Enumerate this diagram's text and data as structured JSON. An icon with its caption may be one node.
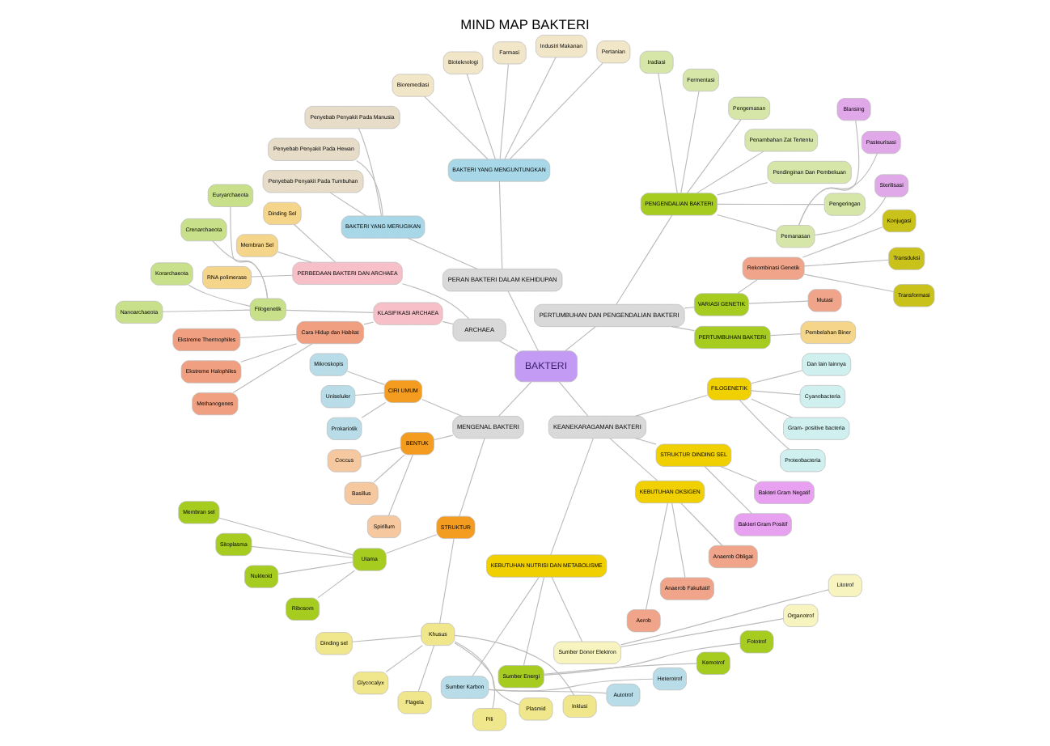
{
  "diagram": {
    "title": "MIND MAP BAKTERI",
    "nodes": [
      {
        "text": [
          "BAKTERI"
        ]
      },
      {
        "text": [
          "PERTUMBUHAN DAN PENGENDALIAN BAKTERI"
        ]
      },
      {
        "text": [
          "PERTUMBUHAN BAKTERI"
        ]
      },
      {
        "text": [
          "Pembelahan Biner"
        ]
      },
      {
        "text": [
          "VARIASI GENETIK"
        ]
      },
      {
        "text": [
          "Mutasi"
        ]
      },
      {
        "text": [
          "Rekombinasi Genetik"
        ]
      },
      {
        "text": [
          "Transformasi"
        ]
      },
      {
        "text": [
          "Transduksi"
        ]
      },
      {
        "text": [
          "Konjugasi"
        ]
      },
      {
        "text": [
          "PENGENDALIAN BAKTERI"
        ]
      },
      {
        "text": [
          "Pemanasan"
        ]
      },
      {
        "text": [
          "Sterilisasi"
        ]
      },
      {
        "text": [
          "Pasteurisasi"
        ]
      },
      {
        "text": [
          "Blansing"
        ]
      },
      {
        "text": [
          "Pengeringan"
        ]
      },
      {
        "text": [
          "Pendinginan Dan Pembekuan"
        ]
      },
      {
        "text": [
          "Penambahan Zat Tertentu"
        ]
      },
      {
        "text": [
          "Pengemasan"
        ]
      },
      {
        "text": [
          "Fermentasi"
        ]
      },
      {
        "text": [
          "Iradiasi"
        ]
      },
      {
        "text": [
          "PERAN BAKTERI DALAM KEHIDUPAN"
        ]
      },
      {
        "text": [
          "BAKTERI YANG MENGUNTUNGKAN"
        ]
      },
      {
        "text": [
          "Pertanian"
        ]
      },
      {
        "text": [
          "Industri Makanan"
        ]
      },
      {
        "text": [
          "Farmasi"
        ]
      },
      {
        "text": [
          "Bioteknologi"
        ]
      },
      {
        "text": [
          "Bioremediasi"
        ]
      },
      {
        "text": [
          "BAKTERI YANG MERUGIKAN"
        ]
      },
      {
        "text": [
          "Penyebab Penyakit Pada Manusia"
        ]
      },
      {
        "text": [
          "Penyebab Penyakit Pada Hewan"
        ]
      },
      {
        "text": [
          "Penyebab Penyakit Pada Tumbuhan"
        ]
      },
      {
        "text": [
          "ARCHAEA"
        ]
      },
      {
        "text": [
          "PERBEDAAN BAKTERI DAN ARCHAEA"
        ]
      },
      {
        "text": [
          "Dinding Sel"
        ]
      },
      {
        "text": [
          "Membran Sel"
        ]
      },
      {
        "text": [
          "RNA polimerase"
        ]
      },
      {
        "text": [
          "KLASIFIKASI ARCHAEA"
        ]
      },
      {
        "text": [
          "Filogenetik"
        ]
      },
      {
        "text": [
          "Euryarchaeota"
        ]
      },
      {
        "text": [
          "Crenarchaeota"
        ]
      },
      {
        "text": [
          "Korarchaeota"
        ]
      },
      {
        "text": [
          "Nanoarchaeota"
        ]
      },
      {
        "text": [
          "Cara Hidup dan Habitat"
        ]
      },
      {
        "text": [
          "Ekstreme Thermophiles"
        ]
      },
      {
        "text": [
          "Ekstreme Halophiles"
        ]
      },
      {
        "text": [
          "Methanogenes"
        ]
      },
      {
        "text": [
          "MENGENAL BAKTERI"
        ]
      },
      {
        "text": [
          "CIRI UMUM"
        ]
      },
      {
        "text": [
          "Mikroskopis"
        ]
      },
      {
        "text": [
          "Uniseluler"
        ]
      },
      {
        "text": [
          "Prokariotik"
        ]
      },
      {
        "text": [
          "BENTUK"
        ]
      },
      {
        "text": [
          "Coccus"
        ]
      },
      {
        "text": [
          "Basillus"
        ]
      },
      {
        "text": [
          "Spirillum"
        ]
      },
      {
        "text": [
          "STRUKTUR"
        ]
      },
      {
        "text": [
          "Utama"
        ]
      },
      {
        "text": [
          "Membran sel"
        ]
      },
      {
        "text": [
          "Sitoplasma"
        ]
      },
      {
        "text": [
          "Nukleoid"
        ]
      },
      {
        "text": [
          "Ribosom"
        ]
      },
      {
        "text": [
          "Khusus"
        ]
      },
      {
        "text": [
          "Dinding sel"
        ]
      },
      {
        "text": [
          "Glycocalyx"
        ]
      },
      {
        "text": [
          "Flagela"
        ]
      },
      {
        "text": [
          "Pili"
        ]
      },
      {
        "text": [
          "Plasmid"
        ]
      },
      {
        "text": [
          "Inklusi"
        ]
      },
      {
        "text": [
          "KEANEKARAGAMAN BAKTERI"
        ]
      },
      {
        "text": [
          "KEBUTUHAN NUTRISI DAN METABOLISME"
        ]
      },
      {
        "text": [
          "Sumber Karbon"
        ]
      },
      {
        "text": [
          "Autotrof"
        ]
      },
      {
        "text": [
          "Heterotrof"
        ]
      },
      {
        "text": [
          "Sumber Energi"
        ]
      },
      {
        "text": [
          "Kemotrof"
        ]
      },
      {
        "text": [
          "Fototrof"
        ]
      },
      {
        "text": [
          "Sumber Donor Elektron"
        ]
      },
      {
        "text": [
          "Organotrof"
        ]
      },
      {
        "text": [
          "Litotrof"
        ]
      },
      {
        "text": [
          "KEBUTUHAN OKSIGEN"
        ]
      },
      {
        "text": [
          "Aerob"
        ]
      },
      {
        "text": [
          "Anaerob Fakultatif"
        ]
      },
      {
        "text": [
          "Anaerob Obligat"
        ]
      },
      {
        "text": [
          "STRUKTUR DINDING SEL"
        ]
      },
      {
        "text": [
          "Bakteri Gram Positif"
        ]
      },
      {
        "text": [
          "Bakteri Gram Negatif"
        ]
      },
      {
        "text": [
          "FILOGENETIK"
        ]
      },
      {
        "text": [
          "Proteobacteria"
        ]
      },
      {
        "text": [
          "Gram- positive bacteria"
        ]
      },
      {
        "text": [
          "Cyanobacteria"
        ]
      },
      {
        "text": [
          "Dan lain lainnya"
        ]
      }
    ],
    "edges": [
      {
        "from": 0,
        "to": 1,
        "arrow": "none"
      },
      {
        "from": 1,
        "to": 2,
        "arrow": "none"
      },
      {
        "from": 2,
        "to": 3,
        "arrow": "none"
      },
      {
        "from": 1,
        "to": 4,
        "arrow": "none"
      },
      {
        "from": 4,
        "to": 5,
        "arrow": "none"
      },
      {
        "from": 4,
        "to": 6,
        "arrow": "none"
      },
      {
        "from": 6,
        "to": 7,
        "arrow": "none"
      },
      {
        "from": 6,
        "to": 8,
        "arrow": "none"
      },
      {
        "from": 6,
        "to": 9,
        "arrow": "none"
      },
      {
        "from": 1,
        "to": 10,
        "arrow": "none"
      },
      {
        "from": 10,
        "to": 11,
        "arrow": "none"
      },
      {
        "from": 11,
        "to": 12,
        "arrow": "none"
      },
      {
        "from": 11,
        "to": 13,
        "arrow": "none"
      },
      {
        "from": 11,
        "to": 14,
        "arrow": "none"
      },
      {
        "from": 10,
        "to": 15,
        "arrow": "none"
      },
      {
        "from": 10,
        "to": 16,
        "arrow": "none"
      },
      {
        "from": 10,
        "to": 17,
        "arrow": "none"
      },
      {
        "from": 10,
        "to": 18,
        "arrow": "none"
      },
      {
        "from": 10,
        "to": 19,
        "arrow": "none"
      },
      {
        "from": 10,
        "to": 20,
        "arrow": "none"
      },
      {
        "from": 0,
        "to": 21,
        "arrow": "none"
      },
      {
        "from": 21,
        "to": 22,
        "arrow": "none"
      },
      {
        "from": 22,
        "to": 23,
        "arrow": "none"
      },
      {
        "from": 22,
        "to": 24,
        "arrow": "none"
      },
      {
        "from": 22,
        "to": 25,
        "arrow": "none"
      },
      {
        "from": 22,
        "to": 26,
        "arrow": "none"
      },
      {
        "from": 22,
        "to": 27,
        "arrow": "none"
      },
      {
        "from": 21,
        "to": 28,
        "arrow": "none"
      },
      {
        "from": 28,
        "to": 29,
        "arrow": "none"
      },
      {
        "from": 28,
        "to": 30,
        "arrow": "none"
      },
      {
        "from": 28,
        "to": 31,
        "arrow": "none"
      },
      {
        "from": 0,
        "to": 32,
        "arrow": "none"
      },
      {
        "from": 32,
        "to": 33,
        "arrow": "none"
      },
      {
        "from": 33,
        "to": 34,
        "arrow": "none"
      },
      {
        "from": 33,
        "to": 35,
        "arrow": "none"
      },
      {
        "from": 33,
        "to": 36,
        "arrow": "none"
      },
      {
        "from": 32,
        "to": 37,
        "arrow": "none"
      },
      {
        "from": 37,
        "to": 38,
        "arrow": "none"
      },
      {
        "from": 38,
        "to": 39,
        "arrow": "none"
      },
      {
        "from": 38,
        "to": 40,
        "arrow": "none"
      },
      {
        "from": 38,
        "to": 41,
        "arrow": "none"
      },
      {
        "from": 38,
        "to": 42,
        "arrow": "none"
      },
      {
        "from": 37,
        "to": 43,
        "arrow": "none"
      },
      {
        "from": 43,
        "to": 44,
        "arrow": "none"
      },
      {
        "from": 43,
        "to": 45,
        "arrow": "none"
      },
      {
        "from": 43,
        "to": 46,
        "arrow": "none"
      },
      {
        "from": 0,
        "to": 47,
        "arrow": "none"
      },
      {
        "from": 47,
        "to": 48,
        "arrow": "none"
      },
      {
        "from": 48,
        "to": 49,
        "arrow": "none"
      },
      {
        "from": 48,
        "to": 50,
        "arrow": "none"
      },
      {
        "from": 48,
        "to": 51,
        "arrow": "none"
      },
      {
        "from": 47,
        "to": 52,
        "arrow": "none"
      },
      {
        "from": 52,
        "to": 53,
        "arrow": "none"
      },
      {
        "from": 52,
        "to": 54,
        "arrow": "none"
      },
      {
        "from": 52,
        "to": 55,
        "arrow": "none"
      },
      {
        "from": 47,
        "to": 56,
        "arrow": "none"
      },
      {
        "from": 56,
        "to": 57,
        "arrow": "none"
      },
      {
        "from": 57,
        "to": 58,
        "arrow": "none"
      },
      {
        "from": 57,
        "to": 59,
        "arrow": "none"
      },
      {
        "from": 57,
        "to": 60,
        "arrow": "none"
      },
      {
        "from": 57,
        "to": 61,
        "arrow": "none"
      },
      {
        "from": 56,
        "to": 62,
        "arrow": "none"
      },
      {
        "from": 62,
        "to": 63,
        "arrow": "none"
      },
      {
        "from": 62,
        "to": 64,
        "arrow": "none"
      },
      {
        "from": 62,
        "to": 65,
        "arrow": "none"
      },
      {
        "from": 62,
        "to": 66,
        "arrow": "none"
      },
      {
        "from": 62,
        "to": 67,
        "arrow": "none"
      },
      {
        "from": 62,
        "to": 68,
        "arrow": "none"
      },
      {
        "from": 0,
        "to": 69,
        "arrow": "none"
      },
      {
        "from": 69,
        "to": 70,
        "arrow": "none"
      },
      {
        "from": 70,
        "to": 71,
        "arrow": "none"
      },
      {
        "from": 71,
        "to": 72,
        "arrow": "none"
      },
      {
        "from": 71,
        "to": 73,
        "arrow": "none"
      },
      {
        "from": 70,
        "to": 74,
        "arrow": "none"
      },
      {
        "from": 74,
        "to": 75,
        "arrow": "none"
      },
      {
        "from": 74,
        "to": 76,
        "arrow": "none"
      },
      {
        "from": 70,
        "to": 77,
        "arrow": "none"
      },
      {
        "from": 77,
        "to": 78,
        "arrow": "none"
      },
      {
        "from": 77,
        "to": 79,
        "arrow": "none"
      },
      {
        "from": 69,
        "to": 80,
        "arrow": "none"
      },
      {
        "from": 80,
        "to": 81,
        "arrow": "none"
      },
      {
        "from": 80,
        "to": 82,
        "arrow": "none"
      },
      {
        "from": 80,
        "to": 83,
        "arrow": "none"
      },
      {
        "from": 69,
        "to": 84,
        "arrow": "none"
      },
      {
        "from": 84,
        "to": 85,
        "arrow": "none"
      },
      {
        "from": 84,
        "to": 86,
        "arrow": "none"
      },
      {
        "from": 69,
        "to": 87,
        "arrow": "none"
      },
      {
        "from": 87,
        "to": 88,
        "arrow": "none"
      },
      {
        "from": 87,
        "to": 89,
        "arrow": "none"
      },
      {
        "from": 87,
        "to": 90,
        "arrow": "none"
      },
      {
        "from": 87,
        "to": 91,
        "arrow": "none"
      }
    ]
  }
}
